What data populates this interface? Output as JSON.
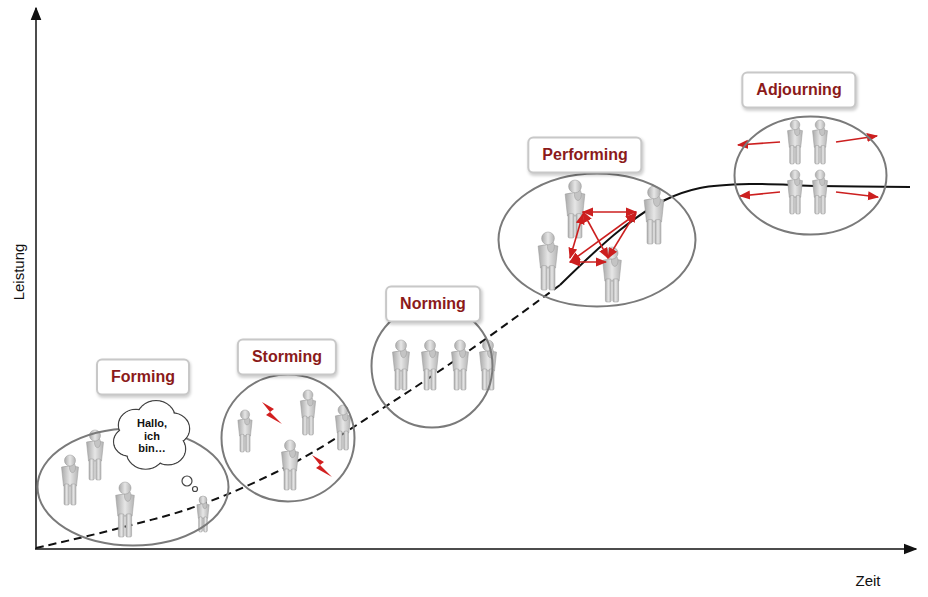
{
  "diagram": {
    "nodes": [
      {
        "text": [
          "Forming"
        ]
      },
      {
        "text": [
          "Hallo, ich bin…"
        ],
        "in": 0
      },
      {
        "text": [
          "Storming"
        ]
      },
      {
        "text": [
          "Norming"
        ]
      },
      {
        "text": [
          "Performing"
        ]
      },
      {
        "text": [
          "Adjourning"
        ]
      }
    ],
    "labels": [
      "Leistung",
      "Zeit"
    ]
  }
}
